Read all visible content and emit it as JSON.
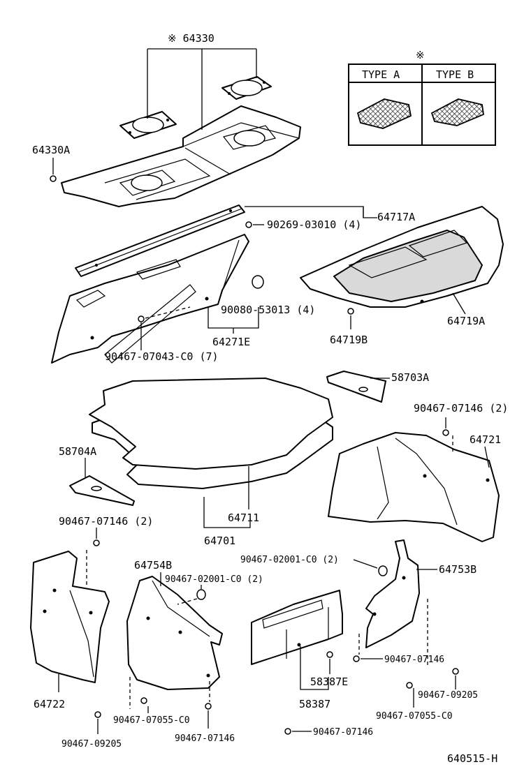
{
  "labels": {
    "p64330": "※ 64330",
    "p64330A": "64330A",
    "p64717A": "64717A",
    "p90269": "90269-03010 (4)",
    "p64719A": "64719A",
    "p64719B": "64719B",
    "p90080": "90080-53013 (4)",
    "p64271E": "64271E",
    "p90467_07043": "90467-07043-C0 (7)",
    "p58703A": "58703A",
    "p90467_07146_2a": "90467-07146 (2)",
    "p64721": "64721",
    "p58704A": "58704A",
    "p64711": "64711",
    "p64701": "64701",
    "p90467_07146_2b": "90467-07146 (2)",
    "p90467_02001_a": "90467-02001-C0 (2)",
    "p64753B": "64753B",
    "p64754B": "64754B",
    "p90467_02001_b": "90467-02001-C0 (2)",
    "p90467_07146_c": "90467-07146",
    "p58387E": "58387E",
    "p58387": "58387",
    "p64722": "64722",
    "p90467_09205_a": "90467-09205",
    "p90467_07055_a": "90467-07055-C0",
    "p90467_07146_d": "90467-07146",
    "p90467_09205_b": "90467-09205",
    "p90467_07055_b": "90467-07055-C0",
    "p90467_07146_e": "90467-07146",
    "diagram_code": "640515-H"
  },
  "type_table": {
    "marker": "※",
    "col_a": "TYPE A",
    "col_b": "TYPE B"
  }
}
